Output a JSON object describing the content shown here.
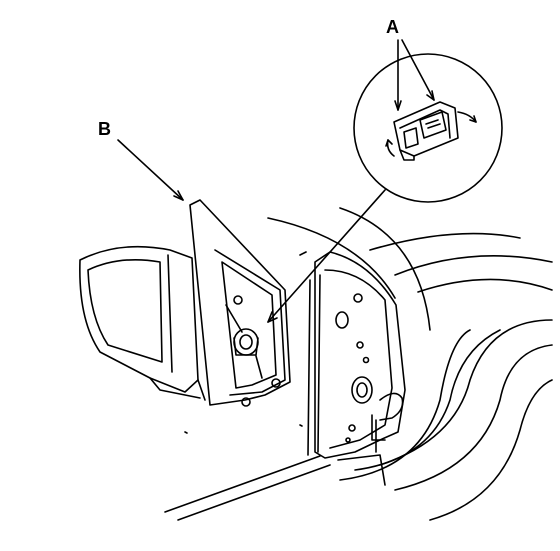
{
  "diagram": {
    "callouts": {
      "a": "A",
      "b": "B"
    },
    "colors": {
      "ink": "#000000",
      "paper": "#ffffff"
    },
    "parts": [
      "door-mirror-assembly",
      "mirror-connector",
      "door-frame",
      "mirror-mount-base",
      "connector-detail-inset"
    ]
  }
}
